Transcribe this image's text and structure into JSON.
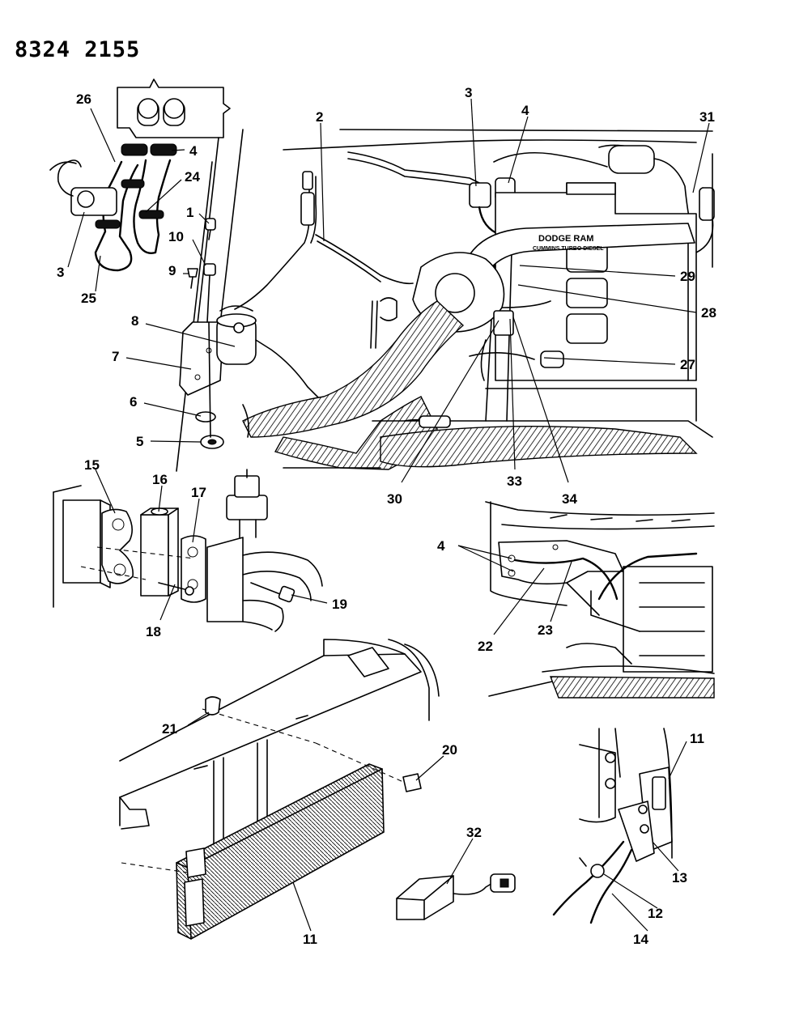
{
  "document": {
    "code": "8324 2155"
  },
  "engine_label": {
    "line1": "DODGE RAM",
    "line2": "CUMMINS TURBO DIESEL"
  },
  "callouts": [
    {
      "id": "c26",
      "text": "26"
    },
    {
      "id": "c4a",
      "text": "4"
    },
    {
      "id": "c24",
      "text": "24"
    },
    {
      "id": "c3a",
      "text": "3"
    },
    {
      "id": "c25",
      "text": "25"
    },
    {
      "id": "c1",
      "text": "1"
    },
    {
      "id": "c10",
      "text": "10"
    },
    {
      "id": "c9",
      "text": "9"
    },
    {
      "id": "c8",
      "text": "8"
    },
    {
      "id": "c7",
      "text": "7"
    },
    {
      "id": "c6",
      "text": "6"
    },
    {
      "id": "c5",
      "text": "5"
    },
    {
      "id": "c2",
      "text": "2"
    },
    {
      "id": "c3b",
      "text": "3"
    },
    {
      "id": "c4b",
      "text": "4"
    },
    {
      "id": "c31",
      "text": "31"
    },
    {
      "id": "c29",
      "text": "29"
    },
    {
      "id": "c28",
      "text": "28"
    },
    {
      "id": "c27",
      "text": "27"
    },
    {
      "id": "c30",
      "text": "30"
    },
    {
      "id": "c33",
      "text": "33"
    },
    {
      "id": "c34",
      "text": "34"
    },
    {
      "id": "c15",
      "text": "15"
    },
    {
      "id": "c16",
      "text": "16"
    },
    {
      "id": "c17",
      "text": "17"
    },
    {
      "id": "c19",
      "text": "19"
    },
    {
      "id": "c18",
      "text": "18"
    },
    {
      "id": "c4c",
      "text": "4"
    },
    {
      "id": "c22",
      "text": "22"
    },
    {
      "id": "c23",
      "text": "23"
    },
    {
      "id": "c21",
      "text": "21"
    },
    {
      "id": "c20",
      "text": "20"
    },
    {
      "id": "c11a",
      "text": "11"
    },
    {
      "id": "c32",
      "text": "32"
    },
    {
      "id": "c11b",
      "text": "11"
    },
    {
      "id": "c13",
      "text": "13"
    },
    {
      "id": "c12",
      "text": "12"
    },
    {
      "id": "c14",
      "text": "14"
    }
  ]
}
